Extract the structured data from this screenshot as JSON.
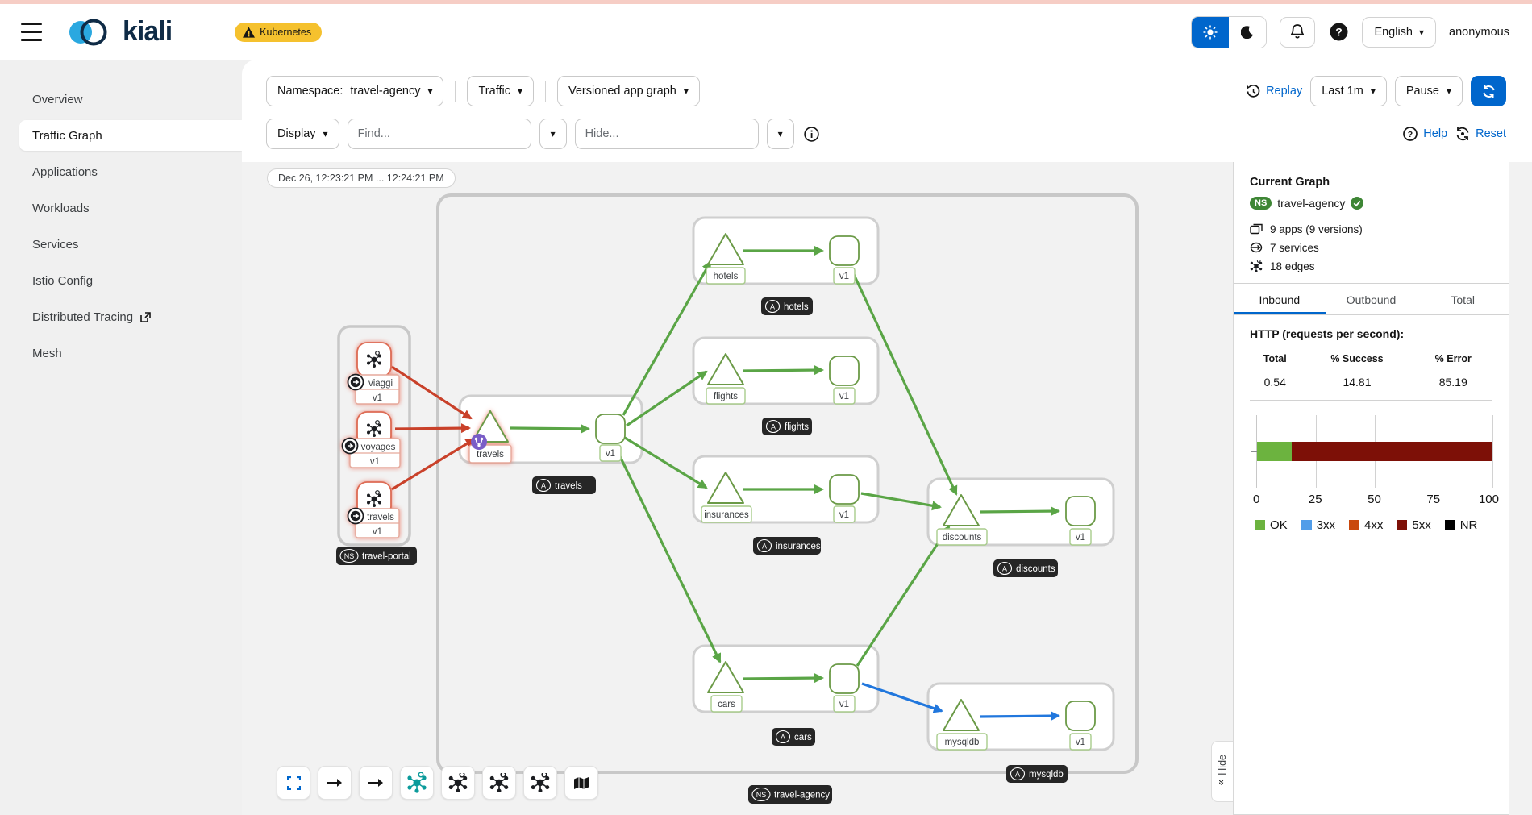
{
  "colors": {
    "accent_blue": "#0066cc",
    "warning_yellow": "#f5c12e",
    "edge_green": "#5aa546",
    "edge_red": "#c9412a",
    "edge_blue": "#2177dd",
    "ns_badge_green": "#3e8635",
    "badge_dark": "#262626"
  },
  "header": {
    "brand": "kiali",
    "cluster_badge": "Kubernetes",
    "language": "English",
    "user": "anonymous"
  },
  "sidebar": {
    "items": [
      "Overview",
      "Traffic Graph",
      "Applications",
      "Workloads",
      "Services",
      "Istio Config",
      "Distributed Tracing",
      "Mesh"
    ],
    "active": "Traffic Graph"
  },
  "toolbar": {
    "namespace_label": "Namespace:",
    "namespace_value": "travel-agency",
    "traffic": "Traffic",
    "graph_type": "Versioned app graph",
    "replay": "Replay",
    "time_range": "Last 1m",
    "pause": "Pause",
    "display": "Display",
    "find_placeholder": "Find...",
    "hide_placeholder": "Hide...",
    "help": "Help",
    "reset": "Reset"
  },
  "graph": {
    "timestamp": "Dec 26, 12:23:21 PM ... 12:24:21 PM",
    "ns_badge": "NS",
    "app_badge": "A",
    "portal_ns": "travel-portal",
    "agency_ns": "travel-agency",
    "portal_apps": [
      {
        "name": "viaggi",
        "version": "v1"
      },
      {
        "name": "voyages",
        "version": "v1"
      },
      {
        "name": "travels",
        "version": "v1"
      }
    ],
    "travels": {
      "service": "travels",
      "workload": "v1",
      "app": "travels"
    },
    "groups": [
      {
        "service": "hotels",
        "workload": "v1",
        "app": "hotels"
      },
      {
        "service": "flights",
        "workload": "v1",
        "app": "flights"
      },
      {
        "service": "insurances",
        "workload": "v1",
        "app": "insurances"
      },
      {
        "service": "discounts",
        "workload": "v1",
        "app": "discounts"
      },
      {
        "service": "cars",
        "workload": "v1",
        "app": "cars"
      },
      {
        "service": "mysqldb",
        "workload": "v1",
        "app": "mysqldb"
      }
    ]
  },
  "panel": {
    "title": "Current Graph",
    "ns_badge": "NS",
    "namespace": "travel-agency",
    "stats": [
      "9 apps (9 versions)",
      "7 services",
      "18 edges"
    ],
    "tabs": [
      "Inbound",
      "Outbound",
      "Total"
    ],
    "active_tab": "Inbound",
    "http_title": "HTTP (requests per second):",
    "table": {
      "headers": [
        "Total",
        "% Success",
        "% Error"
      ],
      "values": [
        "0.54",
        "14.81",
        "85.19"
      ]
    },
    "hide_tab": "Hide",
    "hide_chevrons": "»"
  },
  "chart_data": {
    "type": "bar",
    "orientation": "horizontal",
    "stacked": true,
    "title": "HTTP inbound request distribution (%)",
    "xlim": [
      0,
      100
    ],
    "ticks": [
      "0",
      "25",
      "50",
      "75",
      "100"
    ],
    "series": [
      {
        "name": "OK",
        "value": 14.81,
        "color": "#6cb33f"
      },
      {
        "name": "3xx",
        "value": 0,
        "color": "#519de9"
      },
      {
        "name": "4xx",
        "value": 0,
        "color": "#c9480c"
      },
      {
        "name": "5xx",
        "value": 85.19,
        "color": "#7d1007"
      },
      {
        "name": "NR",
        "value": 0,
        "color": "#000000"
      }
    ]
  }
}
